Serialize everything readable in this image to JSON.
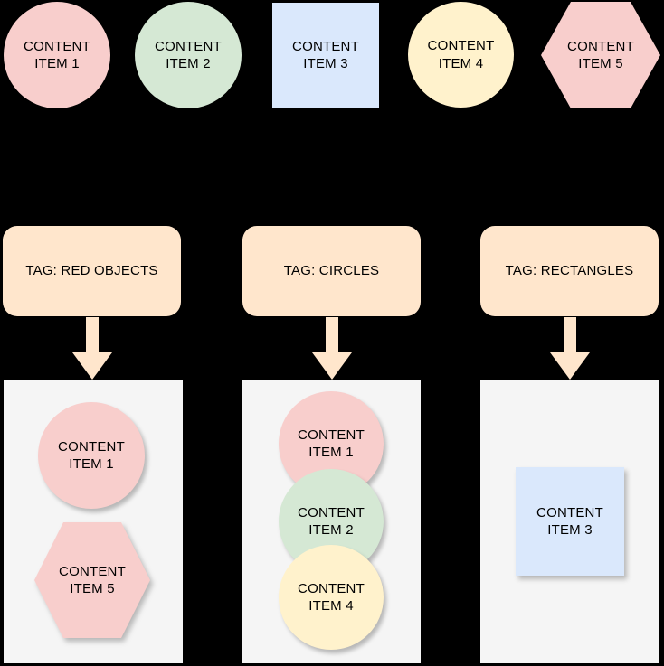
{
  "palette": {
    "background": "#000000",
    "red_item": "#f8cecc",
    "green_item": "#d5e8d4",
    "blue_item": "#dae8fc",
    "yellow_item": "#fff2cc",
    "tag_fill": "#ffe6cc",
    "container_fill": "#f5f5f5",
    "text": "#000000"
  },
  "top_row": {
    "items": [
      {
        "id": "item-1",
        "shape": "circle",
        "color": "#f8cecc",
        "label": "CONTENT\nITEM 1"
      },
      {
        "id": "item-2",
        "shape": "circle",
        "color": "#d5e8d4",
        "label": "CONTENT\nITEM 2"
      },
      {
        "id": "item-3",
        "shape": "square",
        "color": "#dae8fc",
        "label": "CONTENT\nITEM 3"
      },
      {
        "id": "item-4",
        "shape": "circle",
        "color": "#fff2cc",
        "label": "CONTENT\nITEM 4"
      },
      {
        "id": "item-5",
        "shape": "hexagon",
        "color": "#f8cecc",
        "label": "CONTENT\nITEM 5"
      }
    ]
  },
  "tag_groups": [
    {
      "label": "TAG: RED OBJECTS",
      "members": [
        {
          "shape": "circle",
          "color": "#f8cecc",
          "label": "CONTENT\nITEM 1"
        },
        {
          "shape": "hexagon",
          "color": "#f8cecc",
          "label": "CONTENT\nITEM 5"
        }
      ]
    },
    {
      "label": "TAG: CIRCLES",
      "members": [
        {
          "shape": "circle",
          "color": "#f8cecc",
          "label": "CONTENT\nITEM 1"
        },
        {
          "shape": "circle",
          "color": "#d5e8d4",
          "label": "CONTENT\nITEM 2"
        },
        {
          "shape": "circle",
          "color": "#fff2cc",
          "label": "CONTENT\nITEM 4"
        }
      ]
    },
    {
      "label": "TAG: RECTANGLES",
      "members": [
        {
          "shape": "square",
          "color": "#dae8fc",
          "label": "CONTENT\nITEM 3"
        }
      ]
    }
  ]
}
